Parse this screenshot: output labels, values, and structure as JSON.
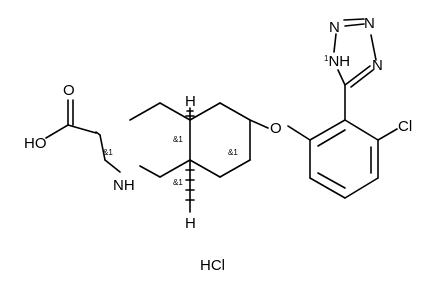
{
  "molecule": {
    "atoms": {
      "carbonyl_o": "O",
      "hydroxyl": "HO",
      "amine": "NH",
      "ether_o": "O",
      "chlorine": "Cl",
      "tetrazole_nh": "NH",
      "tetrazole_n1": "N",
      "tetrazole_n2": "N",
      "tetrazole_n3": "N",
      "h_top": "H",
      "h_bottom": "H"
    },
    "tetrazole_nh_sup": "1",
    "stereo_labels": {
      "c3": "&1",
      "c4a": "&1",
      "c8a": "&1",
      "c6": "&1"
    },
    "salt": "HCl"
  }
}
